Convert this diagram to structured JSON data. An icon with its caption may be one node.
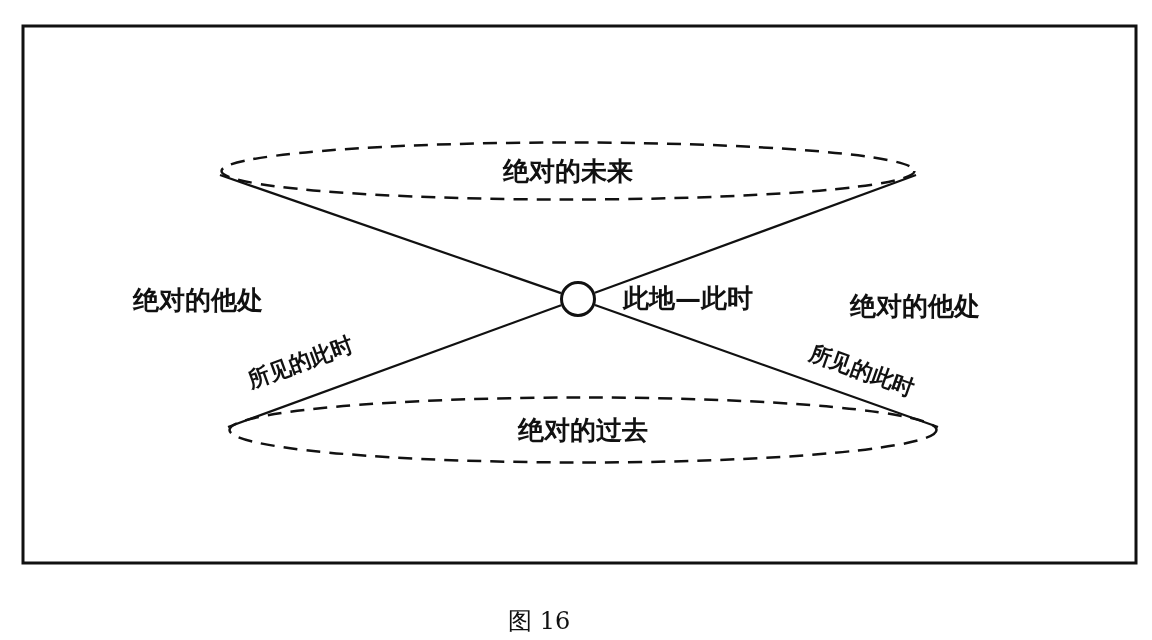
{
  "diagram": {
    "caption": "图 16",
    "nodes": [
      {
        "text": [
          "绝对的未来"
        ]
      },
      {
        "text": [],
        "shape": "circle",
        "beside": [
          "此地—此时"
        ]
      },
      {
        "text": [
          "绝对的过去"
        ]
      }
    ],
    "edges": [
      {
        "from": 0,
        "to": 1,
        "arrow": "none"
      },
      {
        "from": 0,
        "to": 1,
        "arrow": "none"
      },
      {
        "from": 1,
        "to": 2,
        "arrow": "none",
        "label": "所见的此时"
      },
      {
        "from": 1,
        "to": 2,
        "arrow": "none",
        "label": "所见的此时"
      }
    ],
    "labels": [
      "绝对的他处",
      "绝对的他处"
    ]
  }
}
